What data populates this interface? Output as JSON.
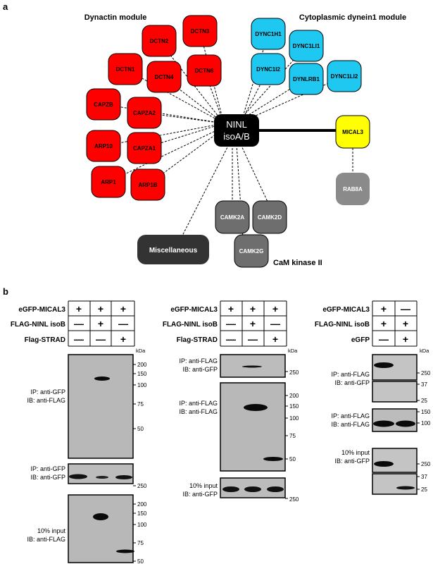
{
  "panel_a": {
    "letter": "a",
    "modules": {
      "dynactin": "Dynactin module",
      "dynein": "Cytoplasmic dynein1 module",
      "camk": "CaM kinase II"
    },
    "center": {
      "line1": "NINL",
      "line2": "isoA/B"
    },
    "dynactin_nodes": [
      "DCTN2",
      "DCTN3",
      "DCTN1",
      "DCTN4",
      "DCTN6",
      "CAPZB",
      "CAPZA2",
      "ARP10",
      "CAPZA1",
      "ARP1",
      "ARP1B"
    ],
    "dynein_nodes": [
      "DYNC1H1",
      "DYNC1LI1",
      "DYNC1I2",
      "DYNLRB1",
      "DYNC1LI2"
    ],
    "mical_node": "MICAL3",
    "rab_node": "RAB8A",
    "camk_nodes": [
      "CAMK2A",
      "CAMK2D",
      "CAMK2G"
    ],
    "misc_node": "Miscellaneous",
    "colors": {
      "dynactin": "#ff0000",
      "dynein": "#1ec8f0",
      "mical": "#ffff00",
      "rab": "#8a8a8a",
      "camk": "#6e6e6e",
      "misc": "#333333",
      "center": "#000000"
    }
  },
  "panel_b": {
    "letter": "b",
    "kda": "kDa",
    "plus": "+",
    "minus": "—",
    "blot1": {
      "rows": [
        {
          "label": "eGFP-MICAL3",
          "signs": [
            "+",
            "+",
            "+"
          ]
        },
        {
          "label": "FLAG-NINL isoB",
          "signs": [
            "—",
            "+",
            "—"
          ]
        },
        {
          "label": "Flag-STRAD",
          "signs": [
            "—",
            "—",
            "+"
          ]
        }
      ],
      "ann1": [
        "IP: anti-GFP",
        "IB: anti-FLAG"
      ],
      "ann2": [
        "IP: anti-GFP",
        "IB: anti-GFP"
      ],
      "ann3": [
        "10% input",
        "IB: anti-FLAG"
      ],
      "markers1": [
        "200",
        "150",
        "100",
        "75",
        "50"
      ],
      "markers2": [
        "250"
      ],
      "markers3": [
        "200",
        "150",
        "100",
        "75",
        "50"
      ]
    },
    "blot2": {
      "rows": [
        {
          "label": "eGFP-MICAL3",
          "signs": [
            "+",
            "+",
            "+"
          ]
        },
        {
          "label": "FLAG-NINL isoB",
          "signs": [
            "—",
            "+",
            "—"
          ]
        },
        {
          "label": "Flag-STRAD",
          "signs": [
            "—",
            "—",
            "+"
          ]
        }
      ],
      "ann1": [
        "IP: anti-FLAG",
        "IB: anti-GFP"
      ],
      "ann2": [
        "IP: anti-FLAG",
        "IB: anti-FLAG"
      ],
      "ann3": [
        "10% input",
        "IB: anti-GFP"
      ],
      "markers1": [
        "250"
      ],
      "markers2": [
        "200",
        "150",
        "100",
        "75",
        "50"
      ],
      "markers3": [
        "250"
      ]
    },
    "blot3": {
      "rows": [
        {
          "label": "eGFP-MICAL3",
          "signs": [
            "+",
            "—"
          ]
        },
        {
          "label": "FLAG-NINL isoB",
          "signs": [
            "+",
            "+"
          ]
        },
        {
          "label": "eGFP",
          "signs": [
            "—",
            "+"
          ]
        }
      ],
      "ann1": [
        "IP: anti-FLAG",
        "IB: anti-GFP"
      ],
      "ann2": [
        "IP: anti-FLAG",
        "IB: anti-FLAG"
      ],
      "ann3": [
        "10% input",
        "IB: anti-GFP"
      ],
      "markers1": [
        "250",
        "37",
        "25"
      ],
      "markers2": [
        "150",
        "100"
      ],
      "markers3": [
        "250",
        "37",
        "25"
      ]
    }
  }
}
